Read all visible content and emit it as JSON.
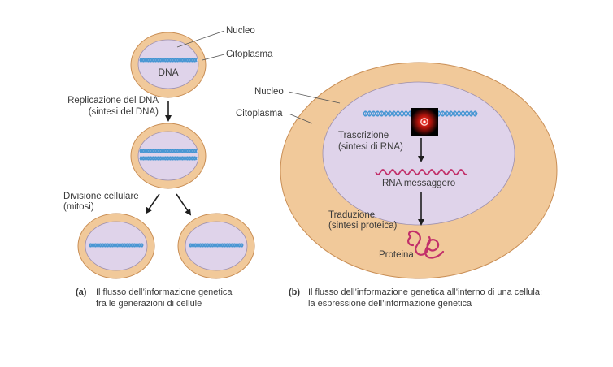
{
  "colors": {
    "cytoplasm": "#f1c99a",
    "cytoplasm_border": "#c98e55",
    "nucleus": "#dfd3ea",
    "nucleus_border": "#9c8fae",
    "dna": "#3f93d2",
    "rna": "#c2306a",
    "arrow": "#1e1e1e"
  },
  "panel_a": {
    "nucleus_label": "Nucleo",
    "cytoplasm_label": "Citoplasma",
    "dna_label": "DNA",
    "replication_line1": "Replicazione del DNA",
    "replication_line2": "(sintesi del DNA)",
    "division_line1": "Divisione cellulare",
    "division_line2": "(mitosi)",
    "caption_letter": "(a)",
    "caption_line1": "Il flusso dell’informazione genetica",
    "caption_line2": "fra le generazioni di cellule"
  },
  "panel_b": {
    "nucleus_label": "Nucleo",
    "cytoplasm_label": "Citoplasma",
    "transcription_line1": "Trascrizione",
    "transcription_line2": "(sintesi di RNA)",
    "mrna_label": "RNA messaggero",
    "translation_line1": "Traduzione",
    "translation_line2": "(sintesi proteica)",
    "protein_label": "Proteina",
    "caption_letter": "(b)",
    "caption_line1": "Il flusso dell’informazione genetica all’interno di una cellula:",
    "caption_line2": "la espressione dell’informazione genetica"
  },
  "cursor": {
    "icon": "record-indicator-icon"
  }
}
